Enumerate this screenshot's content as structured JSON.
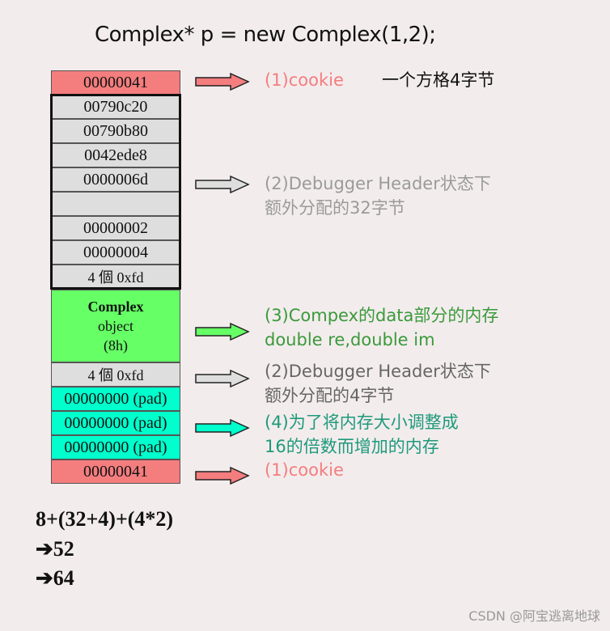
{
  "title": "Complex* p = new Complex(1,2);",
  "memory": {
    "cookie_top": "00000041",
    "debugger_rows": [
      "00790c20",
      "00790b80",
      "0042ede8",
      "0000006d",
      "",
      "00000002",
      "00000004",
      "4 個 0xfd"
    ],
    "object": {
      "line1": "Complex",
      "line2": "object",
      "line3": "(8h)"
    },
    "trailer": "4 個 0xfd",
    "pad_rows": [
      "00000000 (pad)",
      "00000000 (pad)",
      "00000000 (pad)"
    ],
    "cookie_bottom": "00000041"
  },
  "annotations": {
    "cookie_top": {
      "text": "(1)cookie",
      "note": "一个方格4字节"
    },
    "debugger": {
      "line1": "(2)Debugger Header状态下",
      "line2": "额外分配的32字节"
    },
    "data": {
      "line1": "(3)Compex的data部分的内存",
      "line2": "double re,double im"
    },
    "trailer": {
      "line1": "(2)Debugger Header状态下",
      "line2": "额外分配的4字节"
    },
    "pad": {
      "line1": "(4)为了将内存大小调整成",
      "line2": "16的倍数而增加的内存"
    },
    "cookie_bottom": {
      "text": "(1)cookie"
    }
  },
  "calculation": {
    "formula": "8+(32+4)+(4*2)",
    "step1": "52",
    "step2": "64",
    "arrow": "➔"
  },
  "watermark": "CSDN @阿宝逃离地球",
  "colors": {
    "cookie": "#f47d7e",
    "gray": "#dedede",
    "object": "#66ff66",
    "pad": "#00ffcc",
    "label_cookie": "#f47d7e",
    "label_debugger": "#9a9a9a",
    "label_data": "#3a9a3a",
    "label_trailer": "#666666",
    "label_pad": "#1e9a7a"
  }
}
